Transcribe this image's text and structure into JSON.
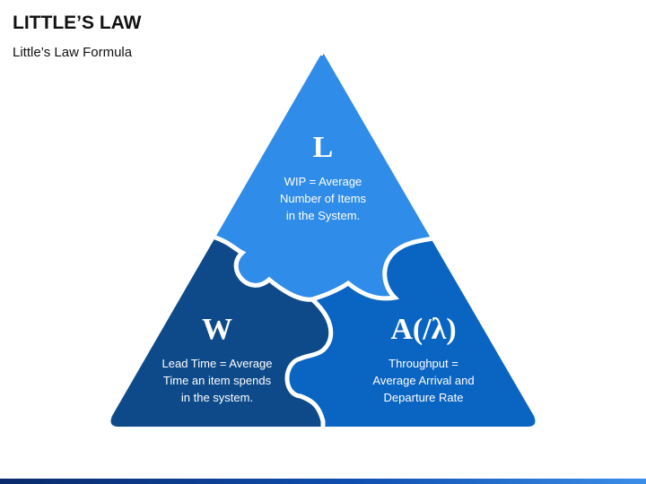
{
  "title": "LITTLE’S LAW",
  "subtitle": "Little’s Law Formula",
  "pieces": [
    {
      "id": "top",
      "symbol": "L",
      "lines": [
        "WIP = Average",
        "Number of Items",
        "in the System."
      ]
    },
    {
      "id": "left",
      "symbol": "W",
      "lines": [
        "Lead Time = Average",
        "Time an item spends",
        "in the system."
      ]
    },
    {
      "id": "right",
      "symbol": "A(/λ)",
      "lines": [
        "Throughput =",
        "Average Arrival and",
        "Departure Rate"
      ]
    }
  ],
  "colors": {
    "top": "#2f8ce8",
    "left": "#0e4a8a",
    "right": "#0a64c2",
    "seam": "#ffffff"
  }
}
